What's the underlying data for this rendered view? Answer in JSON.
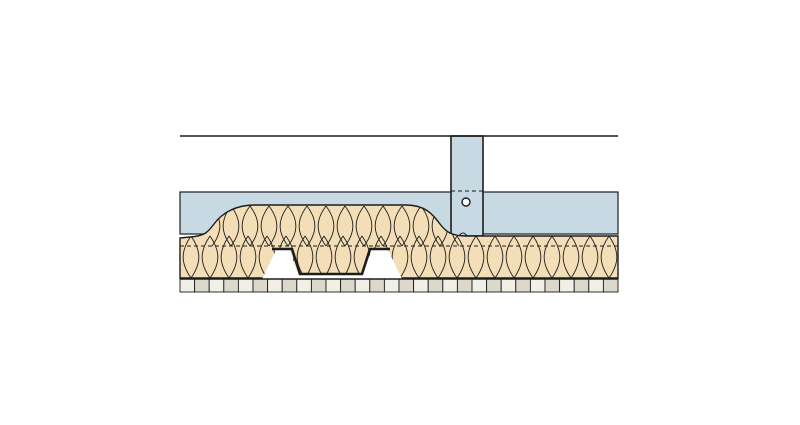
{
  "diagram": {
    "kind": "construction-section",
    "colors": {
      "background": "#ffffff",
      "line": "#1d1d1d",
      "board": "#c7dae4",
      "insulation": "#f4deb7",
      "tile_a": "#f2efe6",
      "tile_b": "#ddd8cc",
      "channel": "#ffffff"
    },
    "components": [
      {
        "name": "upper-boundary-line"
      },
      {
        "name": "vertical-hanger"
      },
      {
        "name": "fixing-hole"
      },
      {
        "name": "blue-board-layer"
      },
      {
        "name": "mineral-wool-insulation"
      },
      {
        "name": "steel-channel-section"
      },
      {
        "name": "tile-strip"
      },
      {
        "name": "dashed-reference-lines"
      }
    ]
  }
}
